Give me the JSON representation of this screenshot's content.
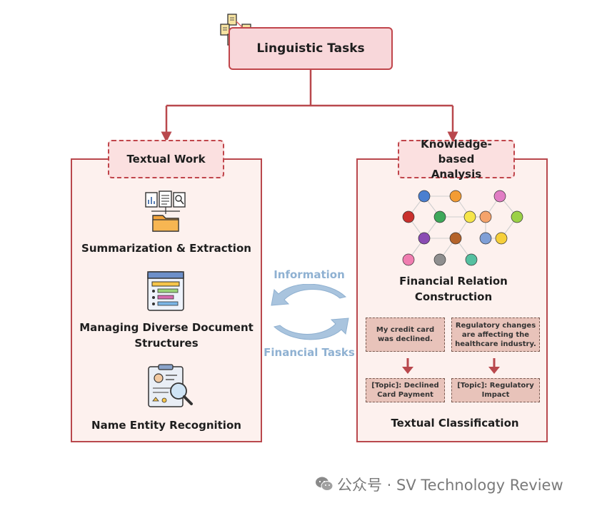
{
  "root": {
    "label": "Linguistic Tasks",
    "icon": "documents-icon"
  },
  "left_branch": {
    "label": "Textual Work",
    "items": [
      {
        "label": "Summarization & Extraction",
        "icon": "charts-folder-icon"
      },
      {
        "label": "Managing Diverse Document Structures",
        "icon": "document-layout-icon"
      },
      {
        "label": "Name Entity Recognition",
        "icon": "profile-magnifier-icon"
      }
    ]
  },
  "right_branch": {
    "label": "Knowledge-based Analysis",
    "graph": {
      "label": "Financial Relation Construction",
      "icon": "knowledge-graph-icon"
    },
    "classification": {
      "label": "Textual Classification",
      "examples": [
        {
          "text": "My credit card was declined.",
          "topic": "[Topic]: Declined Card Payment"
        },
        {
          "text": "Regulatory changes are affecting the healthcare industry.",
          "topic": "[Topic]: Regulatory Impact"
        }
      ]
    }
  },
  "cycle": {
    "top_label": "Information",
    "bottom_label": "Financial Tasks"
  },
  "watermark": {
    "text": "公众号 · SV Technology Review",
    "icon": "wechat-icon"
  },
  "colors": {
    "accent": "#b9484d",
    "root_fill": "#f8d7da",
    "panel_fill": "#fdf1ee",
    "cycle_blue": "#a9c4de"
  }
}
